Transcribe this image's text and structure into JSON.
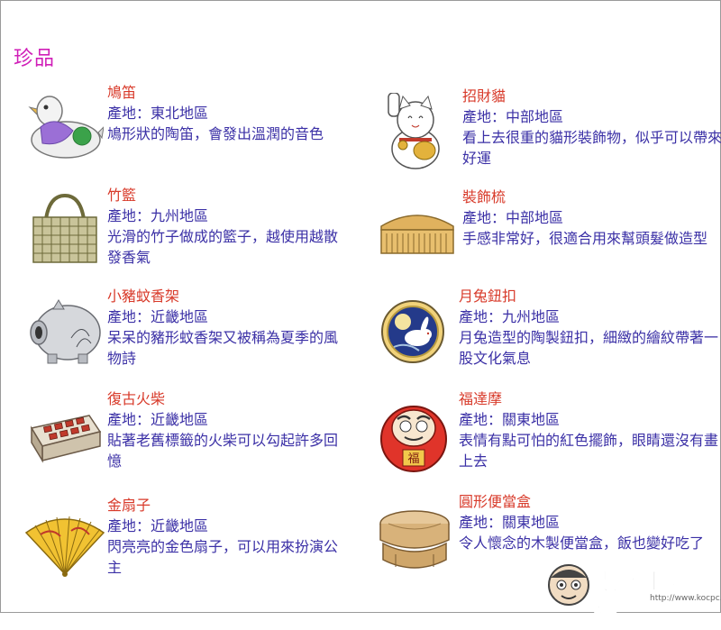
{
  "section_title": "珍品",
  "items": [
    {
      "name": "鳩笛",
      "origin": "產地：東北地區",
      "desc": "鳩形狀的陶笛，會發出溫潤的音色",
      "icon": "bird-whistle-icon"
    },
    {
      "name": "招財貓",
      "origin": "產地：中部地區",
      "desc": "看上去很重的貓形裝飾物，似乎可以帶來好運",
      "icon": "lucky-cat-icon"
    },
    {
      "name": "竹籃",
      "origin": "產地：九州地區",
      "desc": "光滑的竹子做成的籃子，越使用越散發香氣",
      "icon": "bamboo-basket-icon"
    },
    {
      "name": "裝飾梳",
      "origin": "產地：中部地區",
      "desc": "手感非常好，很適合用來幫頭髮做造型",
      "icon": "comb-icon"
    },
    {
      "name": "小豬蚊香架",
      "origin": "產地：近畿地區",
      "desc": "呆呆的豬形蚊香架又被稱為夏季的風物詩",
      "icon": "pig-incense-holder-icon"
    },
    {
      "name": "月兔鈕扣",
      "origin": "產地：九州地區",
      "desc": "月兔造型的陶製鈕扣，細緻的繪紋帶著一股文化氣息",
      "icon": "rabbit-button-icon"
    },
    {
      "name": "復古火柴",
      "origin": "產地：近畿地區",
      "desc": "貼著老舊標籤的火柴可以勾起許多回憶",
      "icon": "matchbox-icon"
    },
    {
      "name": "福達摩",
      "origin": "產地：關東地區",
      "desc": "表情有點可怕的紅色擺飾，眼睛還沒有畫上去",
      "icon": "daruma-icon"
    },
    {
      "name": "金扇子",
      "origin": "產地：近畿地區",
      "desc": "閃亮亮的金色扇子，可以用來扮演公主",
      "icon": "golden-fan-icon"
    },
    {
      "name": "圓形便當盒",
      "origin": "產地：關東地區",
      "desc": "令人懷念的木製便當盒，飯也變好吃了",
      "icon": "bento-box-icon"
    }
  ],
  "watermark": {
    "title": "電腦王阿達",
    "url": "http://www.kocpc.com.tw"
  }
}
